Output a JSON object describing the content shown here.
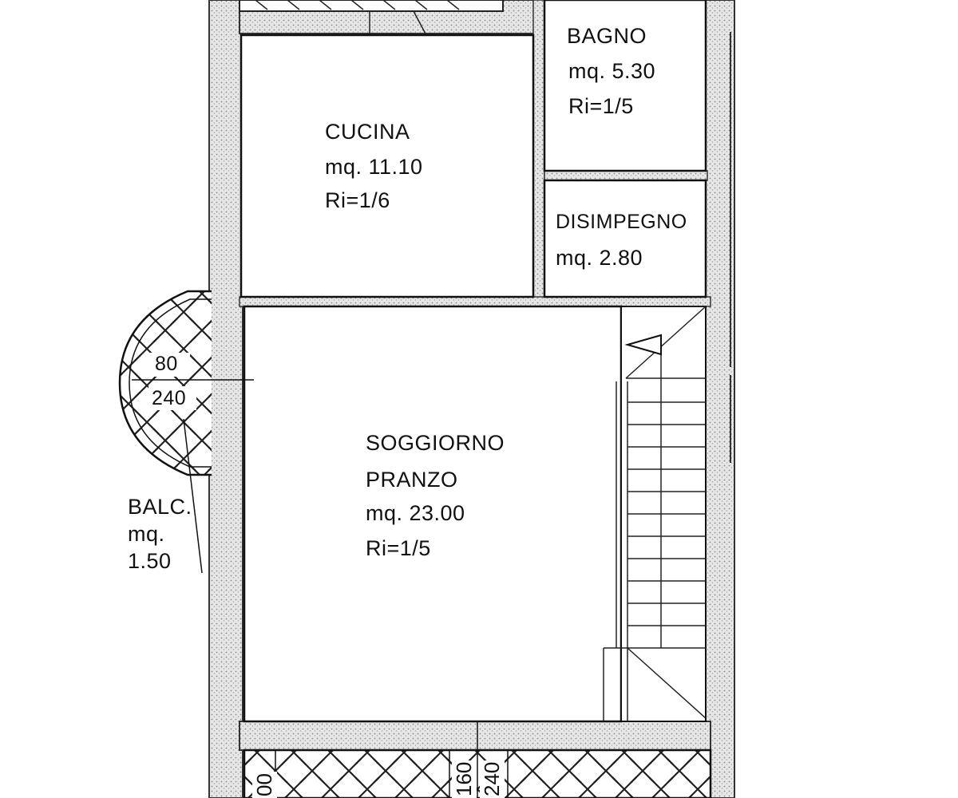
{
  "rooms": {
    "bagno": {
      "name": "BAGNO",
      "area": "mq.  5.30",
      "ratio": "Ri=1/5"
    },
    "cucina": {
      "name": "CUCINA",
      "area": "mq.  11.10",
      "ratio": "Ri=1/6"
    },
    "disimpegno": {
      "name": "DISIMPEGNO",
      "area": "mq.  2.80"
    },
    "soggiorno": {
      "name_line1": "SOGGIORNO",
      "name_line2": "PRANZO",
      "area": "mq.  23.00",
      "ratio": "Ri=1/5"
    },
    "balcone": {
      "name": "BALC.",
      "area_label": "mq.",
      "area_value": "1.50"
    }
  },
  "window_dims": {
    "left_top": "80",
    "left_bottom": "240",
    "bottom_a": "00",
    "bottom_b": "160",
    "bottom_c": "240"
  }
}
